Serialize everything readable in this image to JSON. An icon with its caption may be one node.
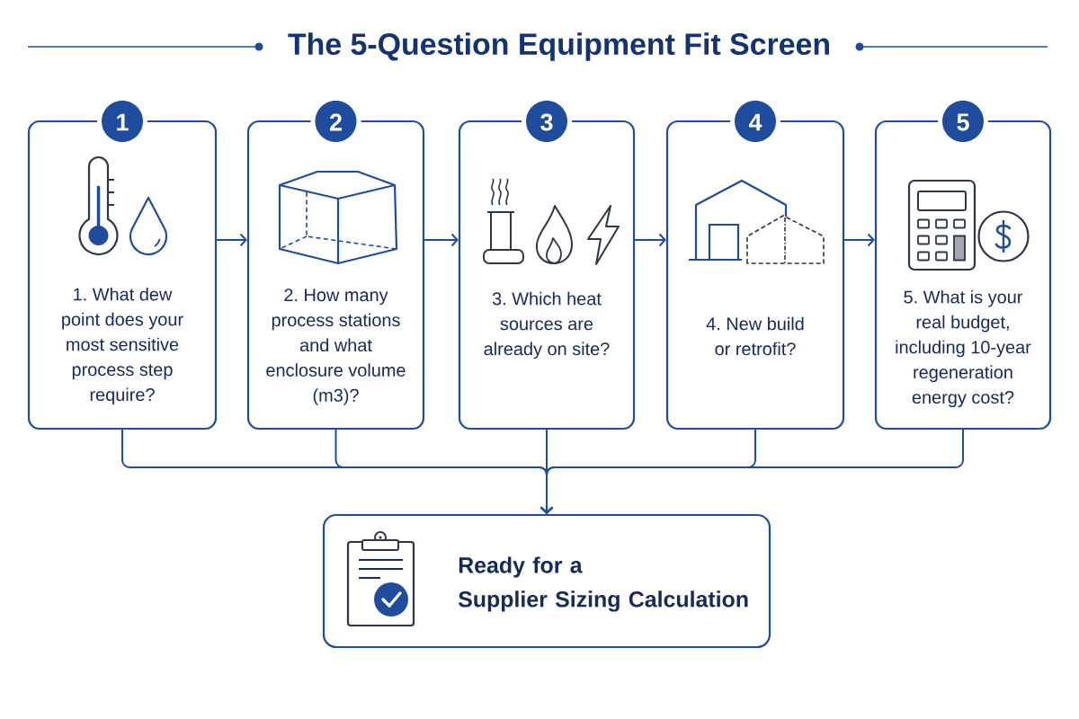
{
  "diagram": {
    "title": "The 5-Question Equipment Fit Screen",
    "nodes": [
      {
        "text": [
          "1",
          "1. What dew point does your most sensitive process step require?"
        ]
      },
      {
        "text": [
          "2",
          "2. How many process stations and what enclosure volume (m3)?"
        ]
      },
      {
        "text": [
          "3",
          "3. Which heat sources are already on site?"
        ]
      },
      {
        "text": [
          "4",
          "4. New build or retrofit?"
        ]
      },
      {
        "text": [
          "5",
          "5. What is your real budget, including 10-year regeneration energy cost?"
        ]
      },
      {
        "text": [
          "Ready for a Supplier Sizing Calculation"
        ]
      }
    ],
    "edges": [
      {
        "from": 0,
        "to": 1,
        "arrow": "to"
      },
      {
        "from": 1,
        "to": 2,
        "arrow": "to"
      },
      {
        "from": 2,
        "to": 3,
        "arrow": "to"
      },
      {
        "from": 3,
        "to": 4,
        "arrow": "to"
      },
      {
        "from": 0,
        "to": 5,
        "arrow": "to"
      },
      {
        "from": 1,
        "to": 5,
        "arrow": "to"
      },
      {
        "from": 2,
        "to": 5,
        "arrow": "to"
      },
      {
        "from": 3,
        "to": 5,
        "arrow": "to"
      },
      {
        "from": 4,
        "to": 5,
        "arrow": "to"
      }
    ]
  }
}
